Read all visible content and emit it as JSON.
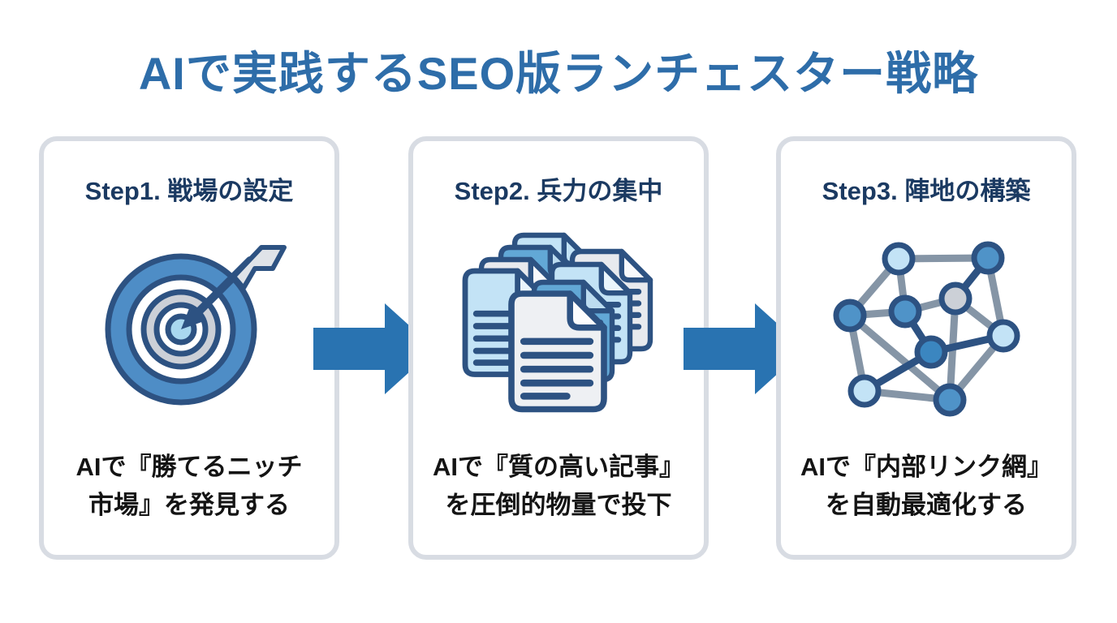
{
  "title": "AIで実践するSEO版ランチェスター戦略",
  "palette": {
    "title_blue": "#2e6da9",
    "step_navy": "#1b3a62",
    "arrow_blue": "#2973b1",
    "card_border": "#d8dce3",
    "icon_outline": "#2d5282",
    "icon_light_blue": "#c3e3f6",
    "icon_medium_blue": "#4f93c8",
    "icon_gray": "#ccd0d7",
    "body_text": "#141414",
    "card_background": "#ffffff"
  },
  "steps": [
    {
      "step_title": "Step1. 戦場の設定",
      "icon": "target-icon",
      "desc_line1": "AIで『勝てるニッチ",
      "desc_line2": "市場』を発見する"
    },
    {
      "step_title": "Step2. 兵力の集中",
      "icon": "documents-icon",
      "desc_line1": "AIで『質の高い記事』",
      "desc_line2": "を圧倒的物量で投下"
    },
    {
      "step_title": "Step3. 陣地の構築",
      "icon": "network-icon",
      "desc_line1": "AIで『内部リンク網』",
      "desc_line2": "を自動最適化する"
    }
  ]
}
